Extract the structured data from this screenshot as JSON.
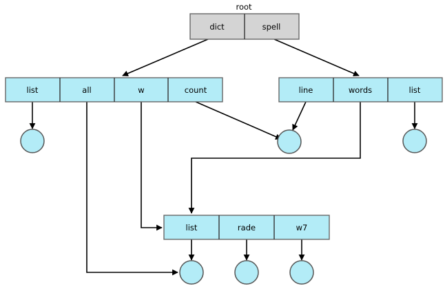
{
  "diagram": {
    "type": "linked-array-structure",
    "caption": "root",
    "colors": {
      "root_fill": "#d4d4d4",
      "array_fill": "#b3ecf7",
      "node_fill": "#b3ecf7",
      "edge": "#000000",
      "border": "#666666",
      "background": "#ffffff"
    },
    "arrays": [
      {
        "id": "root",
        "name": "root-array",
        "caption": "root",
        "fill": "#d4d4d4",
        "cells": [
          {
            "label": "dict"
          },
          {
            "label": "spell"
          }
        ]
      },
      {
        "id": "left",
        "name": "left-array",
        "fill": "#b3ecf7",
        "cells": [
          {
            "label": "list"
          },
          {
            "label": "all"
          },
          {
            "label": "w"
          },
          {
            "label": "count"
          }
        ]
      },
      {
        "id": "right",
        "name": "right-array",
        "fill": "#b3ecf7",
        "cells": [
          {
            "label": "line"
          },
          {
            "label": "words"
          },
          {
            "label": "list"
          }
        ]
      },
      {
        "id": "bottom",
        "name": "bottom-array",
        "fill": "#b3ecf7",
        "cells": [
          {
            "label": "list"
          },
          {
            "label": "rade"
          },
          {
            "label": "w7"
          }
        ]
      }
    ],
    "nodes": [
      {
        "id": "n1",
        "name": "leaf-node-left",
        "label": ""
      },
      {
        "id": "n2",
        "name": "leaf-node-center",
        "label": ""
      },
      {
        "id": "n3",
        "name": "leaf-node-right",
        "label": ""
      },
      {
        "id": "n4",
        "name": "leaf-node-bottom-1",
        "label": ""
      },
      {
        "id": "n5",
        "name": "leaf-node-bottom-2",
        "label": ""
      },
      {
        "id": "n6",
        "name": "leaf-node-bottom-3",
        "label": ""
      }
    ],
    "edges": [
      {
        "id": "e1",
        "from": "root.dict",
        "to": "left-array",
        "style": "diagonal"
      },
      {
        "id": "e2",
        "from": "root.spell",
        "to": "right-array",
        "style": "diagonal"
      },
      {
        "id": "e3",
        "from": "left.list",
        "to": "leaf-node-left",
        "style": "straight"
      },
      {
        "id": "e4",
        "from": "left.all",
        "to": "leaf-node-bottom-1",
        "style": "orthogonal"
      },
      {
        "id": "e5",
        "from": "left.w",
        "to": "bottom-array",
        "style": "orthogonal"
      },
      {
        "id": "e6",
        "from": "left.count",
        "to": "leaf-node-center",
        "style": "diagonal"
      },
      {
        "id": "e7",
        "from": "right.line",
        "to": "leaf-node-center",
        "style": "diagonal"
      },
      {
        "id": "e8",
        "from": "right.words",
        "to": "bottom-array",
        "style": "orthogonal"
      },
      {
        "id": "e9",
        "from": "right.list",
        "to": "leaf-node-right",
        "style": "straight"
      },
      {
        "id": "e10",
        "from": "bottom.list",
        "to": "leaf-node-bottom-1",
        "style": "straight"
      },
      {
        "id": "e11",
        "from": "bottom.rade",
        "to": "leaf-node-bottom-2",
        "style": "straight"
      },
      {
        "id": "e12",
        "from": "bottom.w7",
        "to": "leaf-node-bottom-3",
        "style": "straight"
      }
    ]
  }
}
